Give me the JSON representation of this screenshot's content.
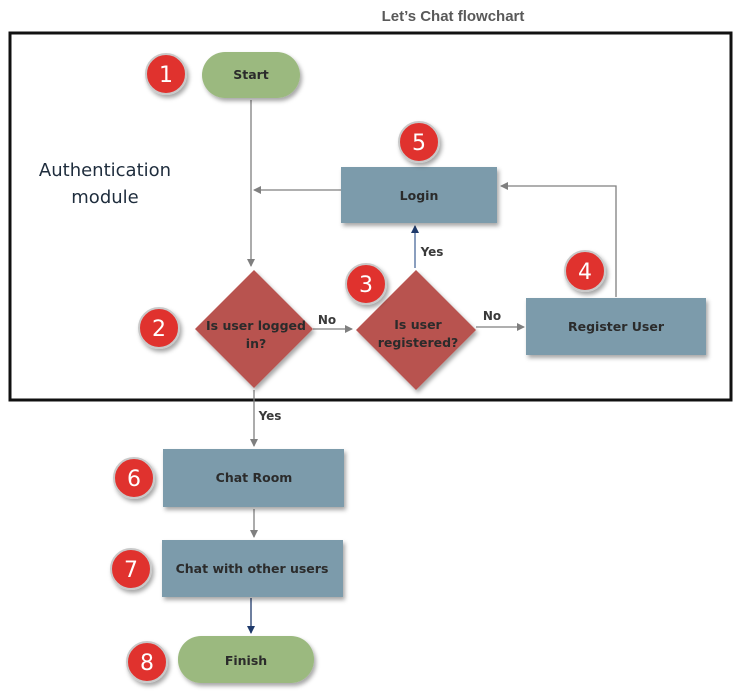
{
  "diagram": {
    "title": "Let’s Chat flowchart",
    "module_label": [
      "Authentication",
      "module"
    ],
    "nodes": {
      "start": "Start",
      "logged_in": [
        "Is user logged",
        "in?"
      ],
      "registered": [
        "Is user",
        "registered?"
      ],
      "register": "Register User",
      "login": "Login",
      "chat_room": "Chat Room",
      "chat_others": "Chat with other users",
      "finish": "Finish"
    },
    "edges": {
      "logged_in_no": "No",
      "registered_yes": "Yes",
      "registered_no": "No",
      "logged_in_yes": "Yes"
    },
    "badges": [
      "1",
      "2",
      "3",
      "4",
      "5",
      "6",
      "7",
      "8"
    ],
    "colors": {
      "terminal": "#9bb97f",
      "process": "#7b9bab",
      "decision": "#b85250",
      "badge": "#e0302d",
      "arrow": "#7f7f7f",
      "arrow_dark": "#1f3a6b"
    }
  }
}
